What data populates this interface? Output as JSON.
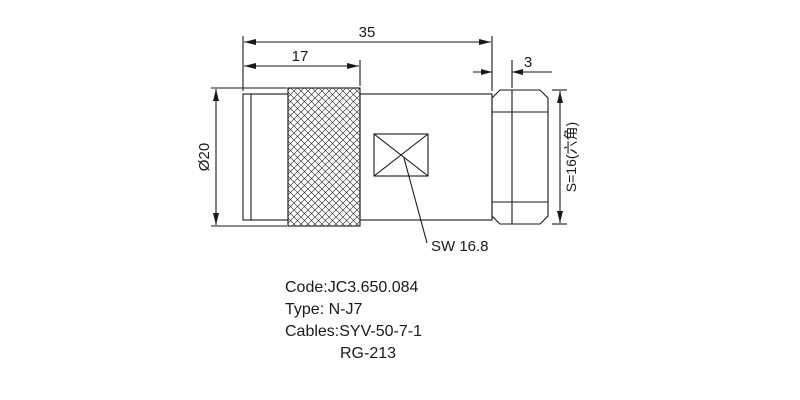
{
  "drawing": {
    "dim_overall": "35",
    "dim_knurl": "17",
    "dim_hex": "3",
    "dim_diameter": "Ø20",
    "dim_hex_size": "S=16(六角)",
    "dim_wrench": "SW 16.8",
    "notes": [
      "Code:JC3.650.084",
      "Type: N-J7",
      "Cables:SYV-50-7-1",
      "RG-213"
    ],
    "colors": {
      "line": "#1a1a1a",
      "background": "#ffffff"
    }
  }
}
